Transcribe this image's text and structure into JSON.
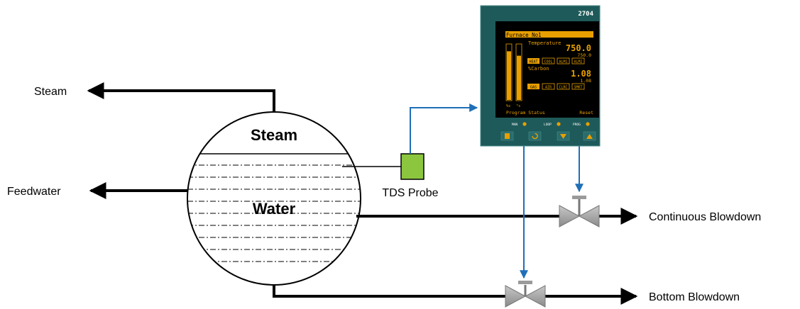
{
  "labels": {
    "steam_out": "Steam",
    "feedwater": "Feedwater",
    "vessel_top": "Steam",
    "vessel_bottom": "Water",
    "probe": "TDS Probe",
    "continuous": "Continuous Blowdown",
    "bottom": "Bottom Blowdown"
  },
  "controller": {
    "model": "2704",
    "header": "Furnace No1",
    "row1_label": "Temperature",
    "row1_value": "750.0",
    "row1_setpoint": "750.0",
    "row1_buttons": [
      "HEAT",
      "COOL",
      "ALM1",
      "ALM2"
    ],
    "row2_label": "%Carbon",
    "row2_value": "1.08",
    "row2_setpoint": "1.08",
    "row2_buttons": [
      "GAS",
      "AIR",
      "CLRC",
      "SMKT"
    ],
    "bar_unit_left": "%c",
    "bar_unit_right": "°c",
    "bar_levels": [
      0.88,
      0.8
    ],
    "footer_left": "Program Status",
    "footer_right": "Reset",
    "indicators": [
      "MAN",
      "LOOP",
      "PROG"
    ],
    "keys": [
      "page-key",
      "scroll-key",
      "down-key",
      "up-key"
    ]
  },
  "colors": {
    "signal_line": "#1f6fb8",
    "probe": "#8cc63f",
    "valve": "#a0a0a0",
    "controller_body": "#1f5a5a",
    "screen_accent": "#e8a000"
  }
}
